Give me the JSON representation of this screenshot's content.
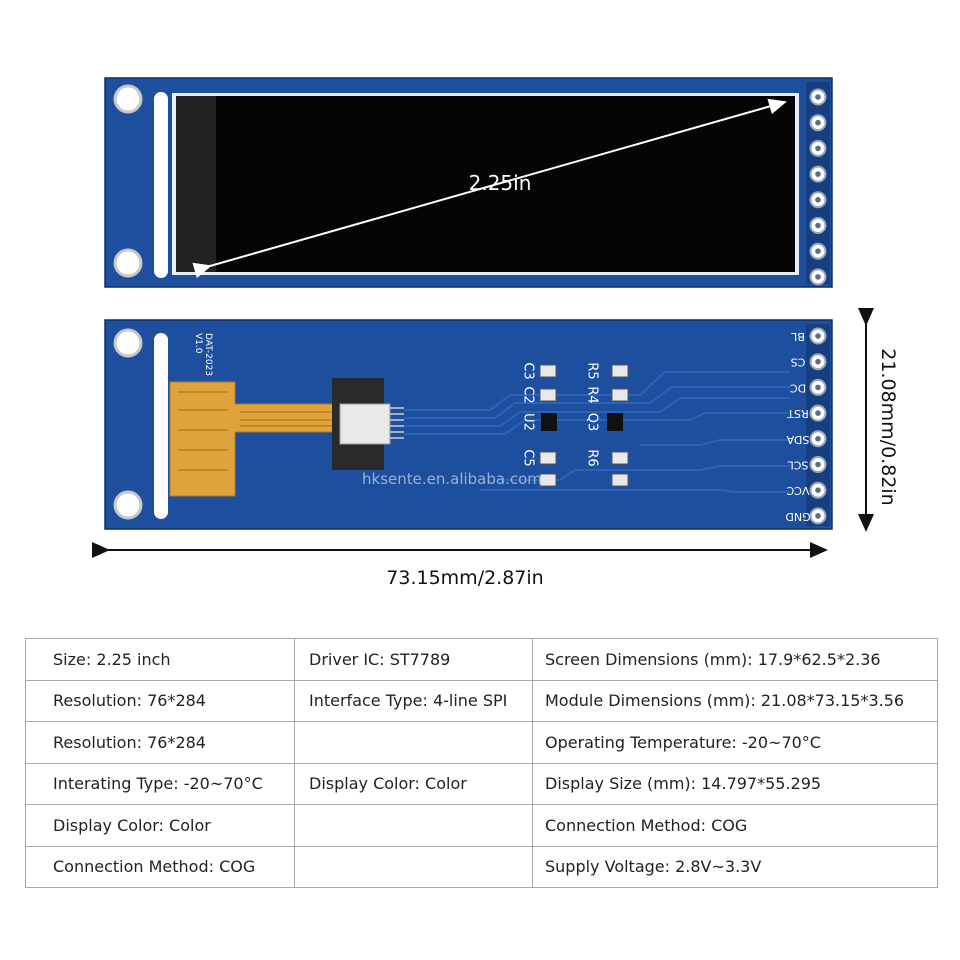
{
  "colors": {
    "pcb": "#1d4f9e",
    "pcb_dark": "#163f80",
    "screen": "#000000",
    "flex": "#e0a23a",
    "pin": "#ffffff"
  },
  "annotations": {
    "diagonal": "2.25in",
    "height": "21.08mm/0.82in",
    "width": "73.15mm/2.87in"
  },
  "pins": [
    "BL",
    "CS",
    "DC",
    "RST",
    "SDA",
    "SCL",
    "VCC",
    "GND"
  ],
  "components": {
    "left": [
      "C3",
      "C2",
      "U2",
      "C5"
    ],
    "right": [
      "R5",
      "R4",
      "Q3",
      "R6"
    ]
  },
  "board_text": {
    "version": "V1.0",
    "date": "DAT-2023"
  },
  "watermark": "hksente.en.alibaba.com",
  "specs": {
    "rows": [
      [
        "Size: 2.25 inch",
        "Driver IC: ST7789",
        "Screen Dimensions (mm): 17.9*62.5*2.36"
      ],
      [
        "Resolution: 76*284",
        "Interface Type: 4-line SPI",
        "Module Dimensions (mm): 21.08*73.15*3.56"
      ],
      [
        "Resolution: 76*284",
        "",
        "Operating Temperature: -20~70°C"
      ],
      [
        "Interating Type: -20~70°C",
        "Display Color: Color",
        "Display Size (mm): 14.797*55.295"
      ],
      [
        "Display Color: Color",
        "",
        "Connection Method: COG"
      ],
      [
        "Connection Method: COG",
        "",
        "Supply Voltage: 2.8V~3.3V"
      ]
    ]
  }
}
